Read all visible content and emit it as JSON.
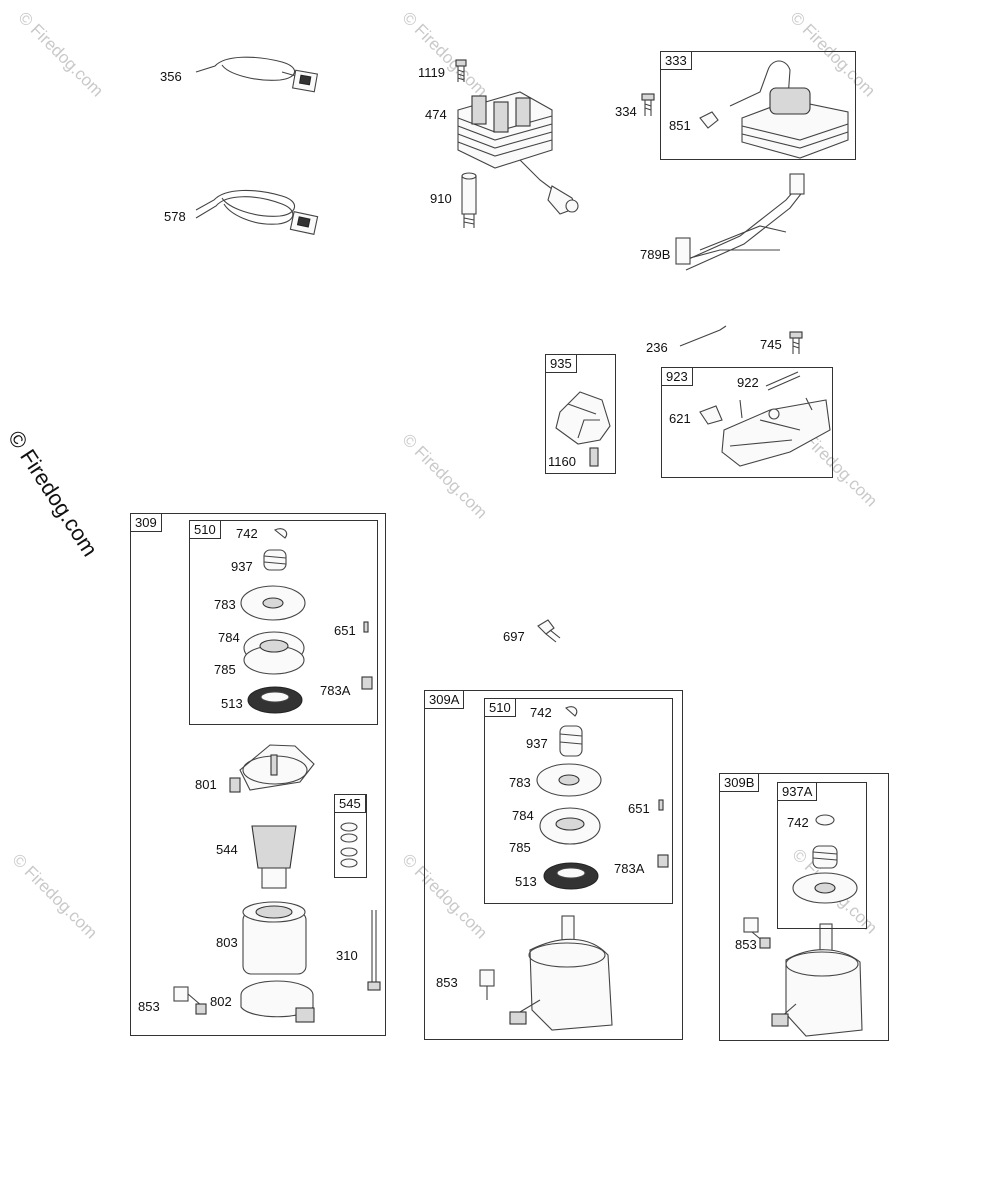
{
  "watermark": {
    "text": "© Firedog.com",
    "main_text": "© Firedog.com"
  },
  "parts": {
    "p356": "356",
    "p578": "578",
    "p1119": "1119",
    "p474": "474",
    "p910": "910",
    "p334": "334",
    "p851": "851",
    "p789B": "789B",
    "p236": "236",
    "p745": "745",
    "p922": "922",
    "p621": "621",
    "p1160": "1160",
    "p697": "697",
    "g309": {
      "p742": "742",
      "p937": "937",
      "p783": "783",
      "p784": "784",
      "p785": "785",
      "p513": "513",
      "p651": "651",
      "p783A": "783A",
      "p801": "801",
      "p544": "544",
      "p803": "803",
      "p310": "310",
      "p853": "853",
      "p802": "802"
    },
    "g309A": {
      "p742": "742",
      "p937": "937",
      "p783": "783",
      "p784": "784",
      "p785": "785",
      "p513": "513",
      "p651": "651",
      "p783A": "783A",
      "p853": "853"
    },
    "g309B": {
      "p742": "742",
      "p853": "853"
    }
  },
  "boxes": {
    "b333": "333",
    "b935": "935",
    "b923": "923",
    "b309": "309",
    "b510": "510",
    "b545": "545",
    "b309A": "309A",
    "b510A": "510",
    "b309B": "309B",
    "b937A": "937A"
  }
}
